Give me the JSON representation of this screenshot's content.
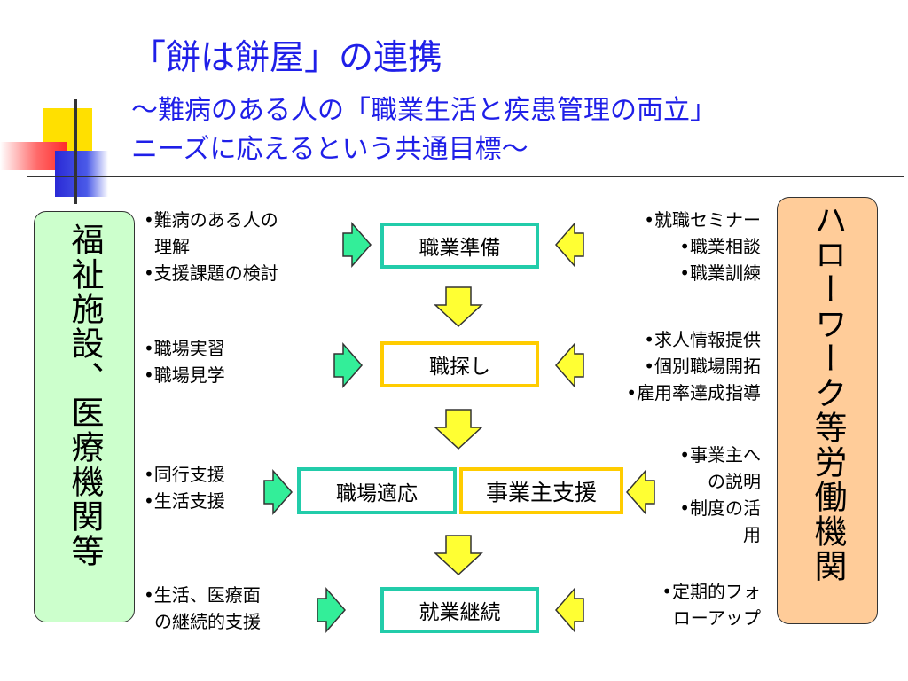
{
  "title": {
    "line1": "「餅は餅屋」の連携",
    "line2": "～難病のある人の「職業生活と疾患管理の両立」",
    "line3": "ニーズに応えるという共通目標～"
  },
  "left_org": "福祉施設、医療機関等",
  "right_org": "ハローワーク等労働機関",
  "stages": {
    "prep": "職業準備",
    "search": "職探し",
    "adapt": "職場適応",
    "employer": "事業主支援",
    "continue": "就業継続"
  },
  "left_notes": {
    "prep_1a": "•難病のある人の",
    "prep_1b": "理解",
    "prep_2": "•支援課題の検討",
    "search_1": "•職場実習",
    "search_2": "•職場見学",
    "adapt_1": "•同行支援",
    "adapt_2": "•生活支援",
    "cont_1": "•生活、医療面",
    "cont_2": "の継続的支援"
  },
  "right_notes": {
    "prep_1": "•就職セミナー",
    "prep_2": "•職業相談",
    "prep_3": "•職業訓練",
    "search_1": "•求人情報提供",
    "search_2": "•個別職場開拓",
    "search_3": "•雇用率達成指導",
    "adapt_1": "•事業主へ",
    "adapt_2": "の説明",
    "adapt_3": "•制度の活",
    "adapt_4": "用",
    "cont_1": "•定期的フォ",
    "cont_2": "ローアップ"
  },
  "colors": {
    "title": "#1f1fe8",
    "left_box_fill": "#ccffcc",
    "right_box_fill": "#ffcc99",
    "green_border": "#22ccaa",
    "gold_border": "#ffcc00",
    "arrow_green": "#33ee99",
    "arrow_yellow": "#ffff33"
  }
}
